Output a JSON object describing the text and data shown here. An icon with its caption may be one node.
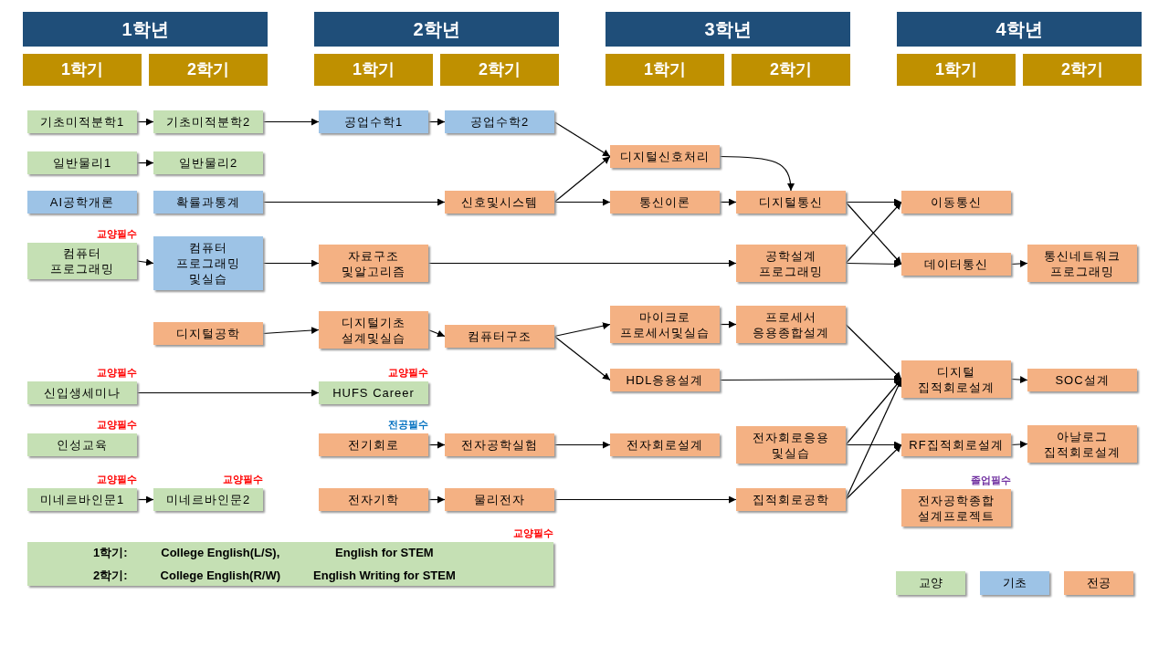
{
  "diagram": {
    "nodes": [
      {
        "text": [
          "1학년"
        ]
      },
      {
        "text": [
          "2학년"
        ]
      },
      {
        "text": [
          "3학년"
        ]
      },
      {
        "text": [
          "4학년"
        ]
      },
      {
        "text": [
          "1학기"
        ]
      },
      {
        "text": [
          "2학기"
        ]
      },
      {
        "text": [
          "1학기"
        ]
      },
      {
        "text": [
          "2학기"
        ]
      },
      {
        "text": [
          "1학기"
        ]
      },
      {
        "text": [
          "2학기"
        ]
      },
      {
        "text": [
          "1학기"
        ]
      },
      {
        "text": [
          "2학기"
        ]
      },
      {
        "text": [
          "기초미적분학1"
        ]
      },
      {
        "text": [
          "기초미적분학2"
        ]
      },
      {
        "text": [
          "공업수학1"
        ]
      },
      {
        "text": [
          "공업수학2"
        ]
      },
      {
        "text": [
          "디지털신호처리"
        ]
      },
      {
        "text": [
          "일반물리1"
        ]
      },
      {
        "text": [
          "일반물리2"
        ]
      },
      {
        "text": [
          "AI공학개론"
        ]
      },
      {
        "text": [
          "확률과통계"
        ]
      },
      {
        "text": [
          "신호및시스템"
        ]
      },
      {
        "text": [
          "통신이론"
        ]
      },
      {
        "text": [
          "디지털통신"
        ]
      },
      {
        "text": [
          "이동통신"
        ]
      },
      {
        "text": [
          "컴퓨터 프로그래밍"
        ],
        "beside": [
          "교양필수"
        ]
      },
      {
        "text": [
          "컴퓨터 프로그래밍 및실습"
        ]
      },
      {
        "text": [
          "자료구조 및알고리즘"
        ]
      },
      {
        "text": [
          "공학설계 프로그래밍"
        ]
      },
      {
        "text": [
          "데이터통신"
        ]
      },
      {
        "text": [
          "통신네트워크 프로그래밍"
        ]
      },
      {
        "text": [
          "디지털공학"
        ]
      },
      {
        "text": [
          "디지털기초 설계및실습"
        ]
      },
      {
        "text": [
          "컴퓨터구조"
        ]
      },
      {
        "text": [
          "마이크로 프로세서및실습"
        ]
      },
      {
        "text": [
          "프로세서 응용종합설계"
        ]
      },
      {
        "text": [
          "HDL응용설계"
        ]
      },
      {
        "text": [
          "신입생세미나"
        ],
        "beside": [
          "교양필수"
        ]
      },
      {
        "text": [
          "HUFS Career"
        ],
        "beside": [
          "교양필수"
        ]
      },
      {
        "text": [
          "디지털 집적회로설계"
        ]
      },
      {
        "text": [
          "SOC설계"
        ]
      },
      {
        "text": [
          "인성교육"
        ],
        "beside": [
          "교양필수"
        ]
      },
      {
        "text": [
          "전기회로"
        ],
        "beside": [
          "전공필수"
        ]
      },
      {
        "text": [
          "전자공학실험"
        ]
      },
      {
        "text": [
          "전자회로설계"
        ]
      },
      {
        "text": [
          "전자회로응용 및실습"
        ]
      },
      {
        "text": [
          "RF집적회로설계"
        ]
      },
      {
        "text": [
          "아날로그 집적회로설계"
        ]
      },
      {
        "text": [
          "미네르바인문1"
        ],
        "beside": [
          "교양필수"
        ]
      },
      {
        "text": [
          "미네르바인문2"
        ],
        "beside": [
          "교양필수"
        ]
      },
      {
        "text": [
          "전자기학"
        ]
      },
      {
        "text": [
          "물리전자"
        ]
      },
      {
        "text": [
          "집적회로공학"
        ]
      },
      {
        "text": [
          "전자공학종합 설계프로젝트"
        ],
        "beside": [
          "졸업필수"
        ]
      },
      {
        "text": [
          "1학기:",
          "College English(L/S),",
          "English for STEM",
          "2학기:",
          "College English(R/W)",
          "English Writing for STEM"
        ],
        "beside": [
          "교양필수"
        ]
      }
    ],
    "edges": [
      {
        "from": 12,
        "to": 13,
        "arrow": "to"
      },
      {
        "from": 13,
        "to": 14,
        "arrow": "to"
      },
      {
        "from": 14,
        "to": 15,
        "arrow": "to"
      },
      {
        "from": 15,
        "to": 16,
        "arrow": "to"
      },
      {
        "from": 21,
        "to": 16,
        "arrow": "to"
      },
      {
        "from": 17,
        "to": 18,
        "arrow": "to"
      },
      {
        "from": 20,
        "to": 21,
        "arrow": "to"
      },
      {
        "from": 21,
        "to": 22,
        "arrow": "to"
      },
      {
        "from": 22,
        "to": 23,
        "arrow": "to"
      },
      {
        "from": 16,
        "to": 23,
        "arrow": "to"
      },
      {
        "from": 23,
        "to": 24,
        "arrow": "to"
      },
      {
        "from": 23,
        "to": 29,
        "arrow": "to"
      },
      {
        "from": 28,
        "to": 24,
        "arrow": "to"
      },
      {
        "from": 28,
        "to": 29,
        "arrow": "to"
      },
      {
        "from": 29,
        "to": 30,
        "arrow": "to"
      },
      {
        "from": 25,
        "to": 26,
        "arrow": "to"
      },
      {
        "from": 26,
        "to": 27,
        "arrow": "to"
      },
      {
        "from": 27,
        "to": 28,
        "arrow": "to"
      },
      {
        "from": 31,
        "to": 32,
        "arrow": "to"
      },
      {
        "from": 32,
        "to": 33,
        "arrow": "to"
      },
      {
        "from": 33,
        "to": 34,
        "arrow": "to"
      },
      {
        "from": 33,
        "to": 36,
        "arrow": "to"
      },
      {
        "from": 34,
        "to": 35,
        "arrow": "to"
      },
      {
        "from": 35,
        "to": 39,
        "arrow": "to"
      },
      {
        "from": 36,
        "to": 39,
        "arrow": "to"
      },
      {
        "from": 45,
        "to": 39,
        "arrow": "to"
      },
      {
        "from": 52,
        "to": 39,
        "arrow": "to"
      },
      {
        "from": 39,
        "to": 40,
        "arrow": "to"
      },
      {
        "from": 37,
        "to": 38,
        "arrow": "to"
      },
      {
        "from": 42,
        "to": 43,
        "arrow": "to"
      },
      {
        "from": 43,
        "to": 44,
        "arrow": "to"
      },
      {
        "from": 45,
        "to": 46,
        "arrow": "to"
      },
      {
        "from": 52,
        "to": 46,
        "arrow": "to"
      },
      {
        "from": 46,
        "to": 47,
        "arrow": "to"
      },
      {
        "from": 48,
        "to": 49,
        "arrow": "to"
      },
      {
        "from": 50,
        "to": 51,
        "arrow": "to"
      },
      {
        "from": 51,
        "to": 52,
        "arrow": "to"
      }
    ],
    "legend": [
      {
        "text": "교양",
        "color": "#c5e0b4"
      },
      {
        "text": "기초",
        "color": "#9dc3e6"
      },
      {
        "text": "전공",
        "color": "#f4b183"
      }
    ]
  }
}
